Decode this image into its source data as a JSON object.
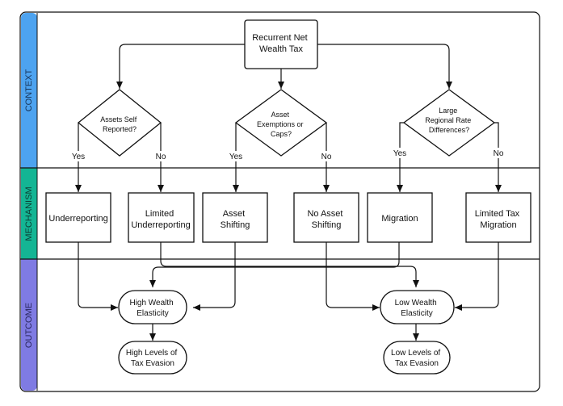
{
  "lanes": [
    {
      "id": "context",
      "label": "CONTEXT",
      "color": "#4da3f0"
    },
    {
      "id": "mechanism",
      "label": "MECHANISM",
      "color": "#14b594"
    },
    {
      "id": "outcome",
      "label": "OUTCOME",
      "color": "#7f7be3"
    }
  ],
  "nodes": {
    "root": {
      "lines": [
        "Recurrent Net",
        "Wealth Tax"
      ]
    },
    "d1": {
      "lines": [
        "Assets Self",
        "Reported?"
      ]
    },
    "d2": {
      "lines": [
        "Asset",
        "Exemptions or",
        "Caps?"
      ]
    },
    "d3": {
      "lines": [
        "Large",
        "Regional Rate",
        "Differences?"
      ]
    },
    "m1": {
      "lines": [
        "Underreporting"
      ]
    },
    "m2": {
      "lines": [
        "Limited",
        "Underreporting"
      ]
    },
    "m3": {
      "lines": [
        "Asset",
        "Shifting"
      ]
    },
    "m4": {
      "lines": [
        "No Asset",
        "Shifting"
      ]
    },
    "m5": {
      "lines": [
        "Migration"
      ]
    },
    "m6": {
      "lines": [
        "Limited Tax",
        "Migration"
      ]
    },
    "o1": {
      "lines": [
        "High Wealth",
        "Elasticity"
      ]
    },
    "o2": {
      "lines": [
        "Low Wealth",
        "Elasticity"
      ]
    },
    "o3": {
      "lines": [
        "High Levels of",
        "Tax Evasion"
      ]
    },
    "o4": {
      "lines": [
        "Low Levels of",
        "Tax Evasion"
      ]
    }
  },
  "edge_labels": {
    "yes": "Yes",
    "no": "No"
  }
}
